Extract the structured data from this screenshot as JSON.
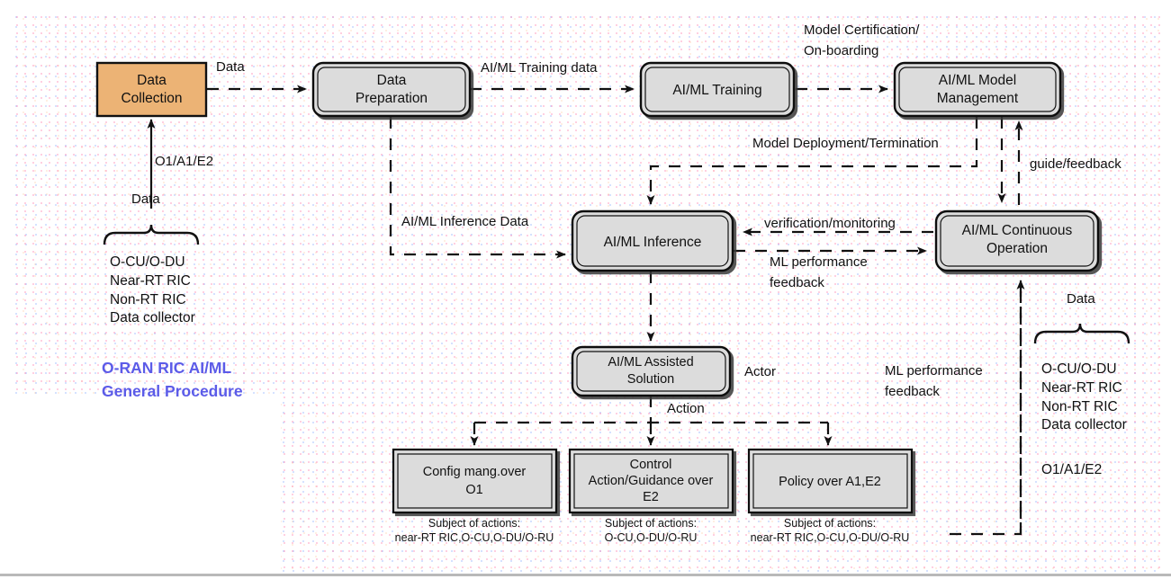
{
  "title": {
    "line1": "O-RAN RIC AI/ML",
    "line2": "General Procedure",
    "color": "#5b5be8"
  },
  "colors": {
    "highlight_fill": "#ecb375",
    "node_fill": "#dcdcdc",
    "stroke": "#1a1a1a",
    "background": "#ffffff"
  },
  "nodes": [
    {
      "id": "data-collection",
      "label_lines": [
        "Data",
        "Collection"
      ],
      "shape": "rect",
      "fill": "#ecb375"
    },
    {
      "id": "data-preparation",
      "label_lines": [
        "Data",
        "Preparation"
      ],
      "shape": "round",
      "fill": "#dcdcdc"
    },
    {
      "id": "aiml-training",
      "label_lines": [
        "AI/ML Training"
      ],
      "shape": "round",
      "fill": "#dcdcdc"
    },
    {
      "id": "model-management",
      "label_lines": [
        "AI/ML Model",
        "Management"
      ],
      "shape": "round",
      "fill": "#dcdcdc"
    },
    {
      "id": "aiml-inference",
      "label_lines": [
        "AI/ML Inference"
      ],
      "shape": "round",
      "fill": "#dcdcdc"
    },
    {
      "id": "continuous-operation",
      "label_lines": [
        "AI/ML Continuous",
        "Operation"
      ],
      "shape": "round",
      "fill": "#dcdcdc"
    },
    {
      "id": "assisted-solution",
      "label_lines": [
        "AI/ML Assisted",
        "Solution"
      ],
      "shape": "round",
      "fill": "#dcdcdc"
    },
    {
      "id": "config-mgmt-o1",
      "label_lines": [
        "Config mang.over",
        "O1"
      ],
      "shape": "rect",
      "fill": "#dcdcdc"
    },
    {
      "id": "control-action-e2",
      "label_lines": [
        "Control",
        "Action/Guidance over",
        "E2"
      ],
      "shape": "rect",
      "fill": "#dcdcdc"
    },
    {
      "id": "policy-a1-e2",
      "label_lines": [
        "Policy over A1,E2"
      ],
      "shape": "rect",
      "fill": "#dcdcdc"
    }
  ],
  "edge_labels": {
    "data_top": "Data",
    "training_data": "AI/ML Training data",
    "model_certification_l1": "Model Certification/",
    "model_certification_l2": "On-boarding",
    "model_deployment": "Model Deployment/Termination",
    "guide_feedback": "guide/feedback",
    "inference_data": "AI/ML Inference Data",
    "verification_monitoring": "verification/monitoring",
    "ml_perf_feedback_l1": "ML performance",
    "ml_perf_feedback_l2": "feedback",
    "actor": "Actor",
    "action": "Action",
    "ml_perf_feedback_right_l1": "ML performance",
    "ml_perf_feedback_right_l2": "feedback"
  },
  "left_annotation": {
    "interface": "O1/A1/E2",
    "data_label": "Data",
    "sources": [
      "O-CU/O-DU",
      "Near-RT RIC",
      "Non-RT RIC",
      "Data collector"
    ]
  },
  "right_annotation": {
    "data_label": "Data",
    "sources": [
      "O-CU/O-DU",
      "Near-RT RIC",
      "Non-RT RIC",
      "Data collector"
    ],
    "interface": "O1/A1/E2"
  },
  "subjects": [
    {
      "for": "config-mgmt-o1",
      "heading": "Subject of actions:",
      "value": "near-RT RIC,O-CU,O-DU/O-RU"
    },
    {
      "for": "control-action-e2",
      "heading": "Subject of actions:",
      "value": "O-CU,O-DU/O-RU"
    },
    {
      "for": "policy-a1-e2",
      "heading": "Subject of actions:",
      "value": "near-RT RIC,O-CU,O-DU/O-RU"
    }
  ]
}
